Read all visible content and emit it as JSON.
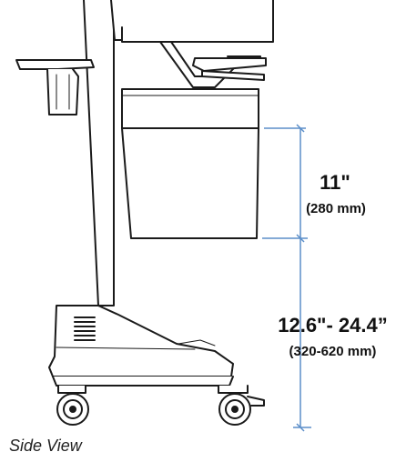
{
  "view_caption": "Side View",
  "dimensions": [
    {
      "value": "11\"",
      "metric": "(280 mm)"
    },
    {
      "value": "12.6\"- 24.4”",
      "metric": "(320-620 mm)"
    }
  ],
  "colors": {
    "dimension_line": "#5b8ec9",
    "drawing_stroke": "#1a1a1a",
    "drawing_fill": "#ffffff"
  }
}
